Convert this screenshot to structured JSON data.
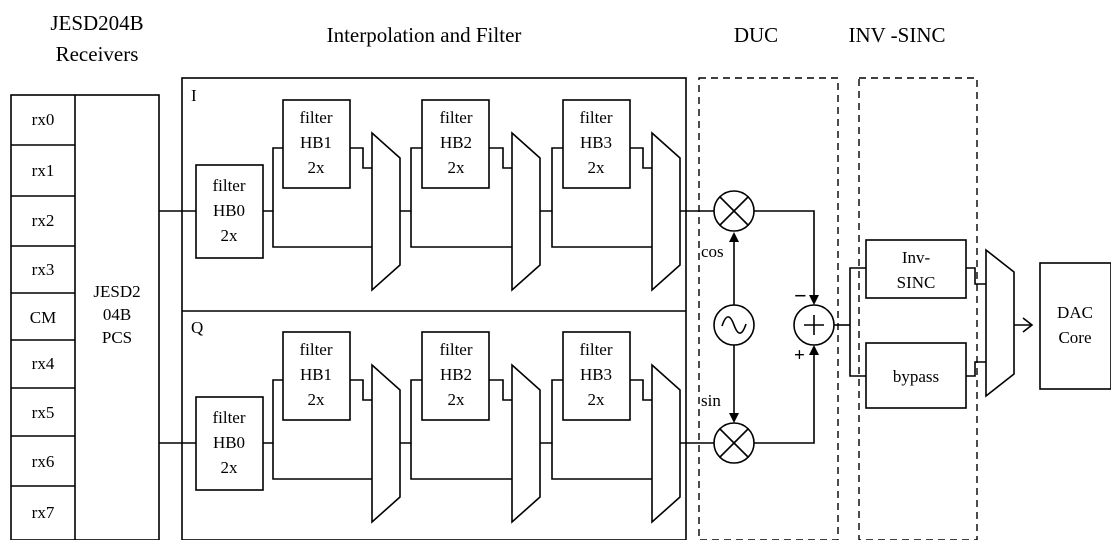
{
  "headers": {
    "receivers_line1": "JESD204B",
    "receivers_line2": "Receivers",
    "interpolation": "Interpolation and Filter",
    "duc": "DUC",
    "inv_sinc": "INV -SINC"
  },
  "receivers": {
    "lanes": [
      "rx0",
      "rx1",
      "rx2",
      "rx3",
      "CM",
      "rx4",
      "rx5",
      "rx6",
      "rx7"
    ],
    "pcs_line1": "JESD2",
    "pcs_line2": "04B",
    "pcs_line3": "PCS"
  },
  "channels": {
    "i_label": "I",
    "q_label": "Q"
  },
  "filter": {
    "word": "filter",
    "factor": "2x",
    "hb0": "HB0",
    "hb1": "HB1",
    "hb2": "HB2",
    "hb3": "HB3"
  },
  "duc": {
    "cos": "cos",
    "sin": "sin",
    "minus": "−",
    "plus": "+"
  },
  "invsinc": {
    "inv_line1": "Inv-",
    "inv_line2": "SINC",
    "bypass": "bypass"
  },
  "dac": {
    "line1": "DAC",
    "line2": "Core"
  }
}
